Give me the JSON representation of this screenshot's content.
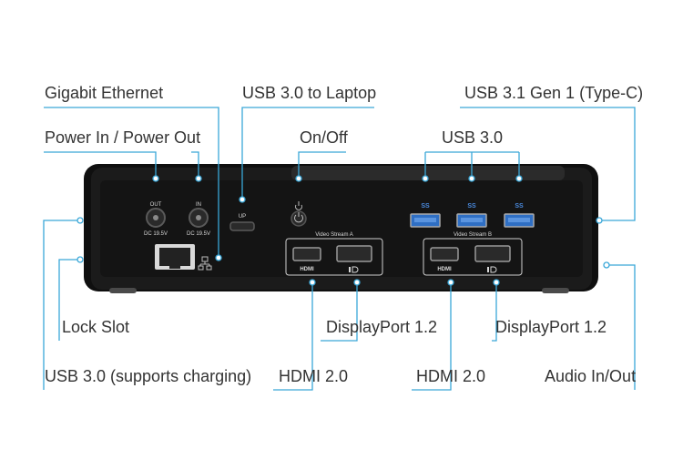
{
  "labels": {
    "gigabit_ethernet": "Gigabit Ethernet",
    "power_in_out": "Power In / Power Out",
    "usb30_to_laptop": "USB 3.0 to Laptop",
    "on_off": "On/Off",
    "usb30_top": "USB 3.0",
    "usb31_typec": "USB 3.1 Gen 1 (Type-C)",
    "lock_slot": "Lock Slot",
    "usb30_charging": "USB 3.0 (supports charging)",
    "displayport_a": "DisplayPort 1.2",
    "hdmi_a": "HDMI 2.0",
    "displayport_b": "DisplayPort 1.2",
    "hdmi_b": "HDMI 2.0",
    "audio_in_out": "Audio In/Out"
  },
  "device": {
    "out_label": "OUT",
    "in_label": "IN",
    "dc_out": "DC 19.5V",
    "dc_in": "DC 19.5V",
    "up_label": "UP",
    "video_stream_a": "Video Stream A",
    "video_stream_b": "Video Stream B",
    "hdmi_port_a": "HDMI",
    "hdmi_port_b": "HDMI",
    "usb_logo_1": "SS",
    "usb_logo_2": "SS",
    "usb_logo_3": "SS"
  },
  "colors": {
    "leader_line": "#3aa7d8",
    "dock_body": "#161616",
    "usb_port_blue": "#2f6fc4"
  }
}
